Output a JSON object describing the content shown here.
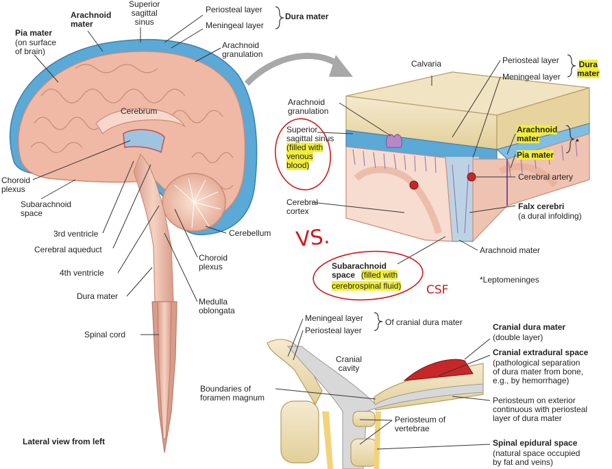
{
  "labels": {
    "superior_sinus_left": "Superior\nsagittal\nsinus",
    "arachnoid_mater_left": "Arachnoid\nmater",
    "pia_mater_left": "Pia mater",
    "pia_note": "(on surface\nof brain)",
    "periosteal_left": "Periosteal layer",
    "meningeal_left": "Meningeal layer",
    "dura_mater_left": "Dura mater",
    "arachnoid_granulation_left": "Arachnoid\ngranulation",
    "cerebrum": "Cerebrum",
    "choroid_plexus_left": "Choroid\nplexus",
    "subarachnoid_space_left": "Subarachnoid\nspace",
    "third_ventricle": "3rd ventricle",
    "cerebral_aqueduct": "Cerebral aqueduct",
    "fourth_ventricle": "4th ventricle",
    "dura_mater_lower": "Dura mater",
    "cerebellum": "Cerebellum",
    "choroid_plexus_lower": "Choroid\nplexus",
    "medulla": "Medulla\noblongata",
    "spinal_cord": "Spinal cord",
    "lateral_view": "Lateral view from left",
    "calvaria": "Calvaria",
    "periosteal_right": "Periosteal layer",
    "meningeal_right": "Meningeal layer",
    "dura_mater_right": "Dura\nmater",
    "arachnoid_granulation_right": "Arachnoid\ngranulation",
    "superior_sinus_right": "Superior\nsagittal sinus",
    "sinus_note": "(filled with\nvenous\nblood)",
    "arachnoid_mater_right": "Arachnoid\nmater",
    "pia_mater_right": "Pia mater",
    "asterisk": "*",
    "cerebral_artery": "Cerebral artery",
    "cerebral_cortex": "Cerebral\ncortex",
    "falx_cerebri": "Falx cerebri",
    "falx_note": "(a dural infolding)",
    "arachnoid_mater_right2": "Arachnoid mater",
    "subarachnoid_space_right": "Subarachnoid\nspace",
    "csf_note_1": "(filled with",
    "csf_note_2": "cerebrospinal fluid)",
    "leptomeninges": "*Leptomeninges",
    "vs_annotation": "VS.",
    "csf_annotation": "CSF",
    "meningeal_bottom": "Meningeal layer",
    "periosteal_bottom": "Periosteal layer",
    "of_cranial_dura": "Of cranial dura mater",
    "cranial_cavity": "Cranial\ncavity",
    "boundaries": "Boundaries of\nforamen magnum",
    "periosteum_vertebrae": "Periosteum of\nvertebrae",
    "cranial_dura_mater": "Cranial dura mater",
    "double_layer": "(double layer)",
    "cranial_extradural": "Cranial extradural space",
    "extradural_note": "(pathological separation\nof dura mater from bone,\ne.g., by hemorrhage)",
    "periosteum_exterior": "Periosteum on exterior\ncontinuous with periosteal\nlayer of dura mater",
    "spinal_epidural": "Spinal epidural space",
    "epidural_note": "(natural space occupied\nby fat and veins)"
  },
  "colors": {
    "dura_blue": "#5aa9d6",
    "brain_pink": "#efb9a6",
    "bone_tan": "#ecdcb0",
    "highlight": "#f2ee3c",
    "annotation_red": "#d01818"
  }
}
